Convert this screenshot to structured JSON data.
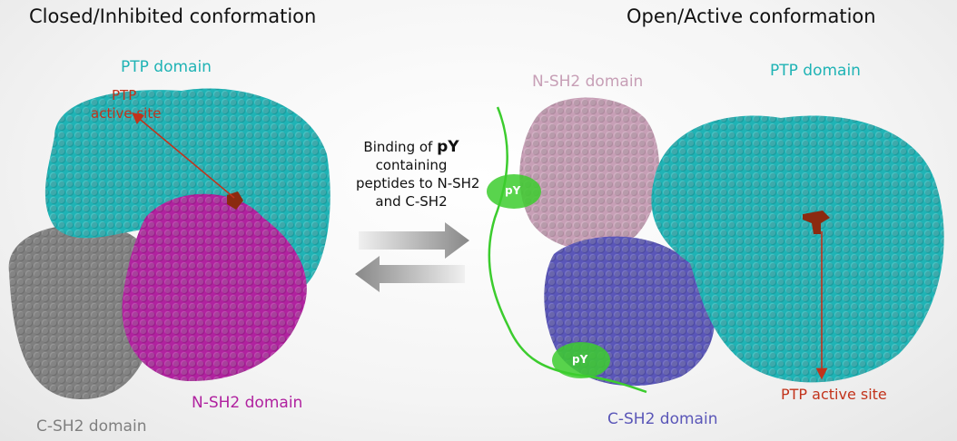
{
  "left": {
    "title": "Closed/Inhibited conformation",
    "ptp_label": "PTP  domain",
    "active_site_line1": "PTP",
    "active_site_line2": "active site",
    "nsh2_label": "N-SH2  domain",
    "csh2_label": "C-SH2  domain"
  },
  "center": {
    "line1_prefix": "Binding of ",
    "line1_bold": "pY",
    "line2": "containing",
    "line3": "peptides to N-SH2",
    "line4": "and C-SH2"
  },
  "right": {
    "title": "Open/Active conformation",
    "nsh2_label": "N-SH2  domain",
    "ptp_label": "PTP  domain",
    "csh2_label": "C-SH2  domain",
    "active_site": "PTP active site",
    "py_top": "pY",
    "py_bottom": "pY"
  },
  "colors": {
    "ptp": "#1fb3b5",
    "nsh2_closed": "#b0229f",
    "csh2_closed": "#7f7f7f",
    "nsh2_open": "#c79fb6",
    "csh2_open": "#5a56b8",
    "active_site": "#c2331b",
    "peptide": "#3ccc2e"
  }
}
